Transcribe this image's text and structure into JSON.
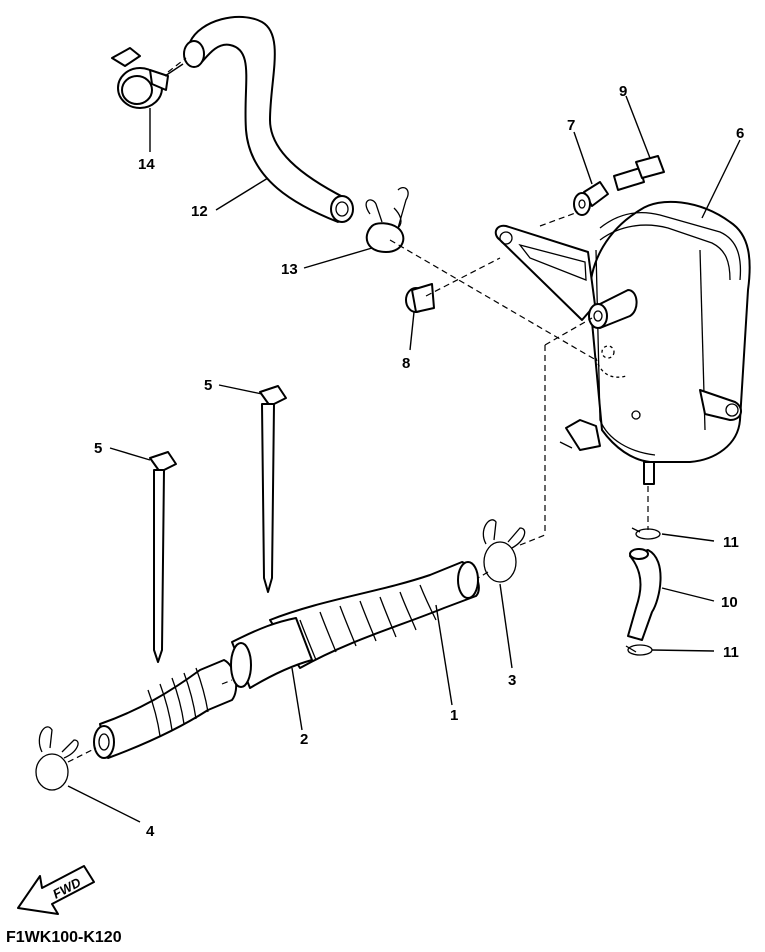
{
  "diagram_code": "F1WK100-K120",
  "fwd_label": "FWD",
  "callouts": {
    "c1": "1",
    "c2": "2",
    "c3": "3",
    "c4": "4",
    "c5a": "5",
    "c5b": "5",
    "c6": "6",
    "c7": "7",
    "c8": "8",
    "c9": "9",
    "c10": "10",
    "c11a": "11",
    "c11b": "11",
    "c12": "12",
    "c13": "13",
    "c14": "14"
  }
}
